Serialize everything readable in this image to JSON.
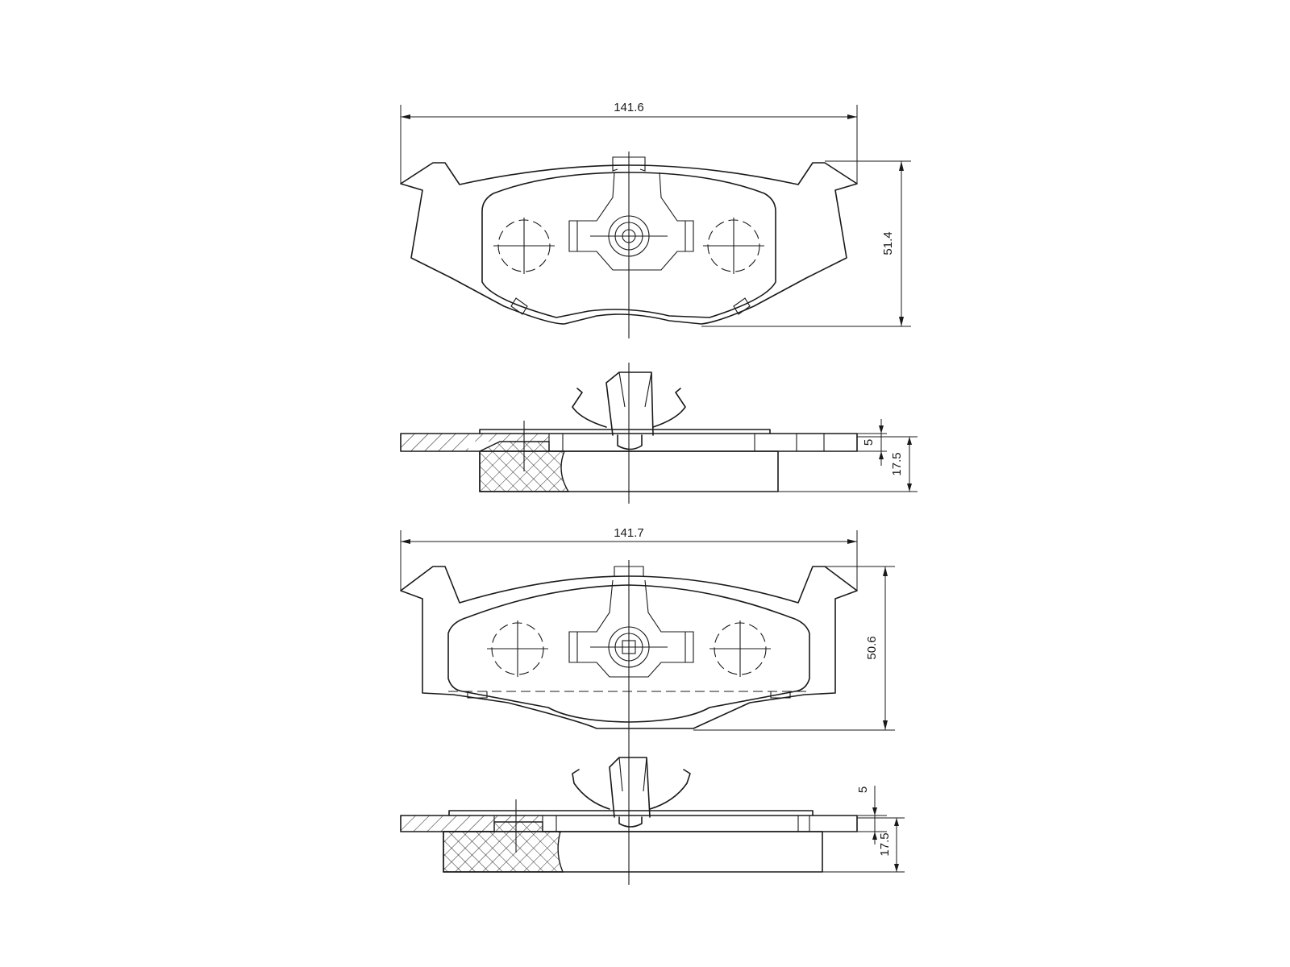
{
  "drawing": {
    "views": [
      {
        "name": "front-pad-face",
        "dimensions": {
          "width": "141.6",
          "height": "51.4"
        }
      },
      {
        "name": "front-pad-side",
        "dimensions": {
          "backing_plate": "5",
          "total_thickness": "17.5"
        }
      },
      {
        "name": "rear-pad-face",
        "dimensions": {
          "width": "141.7",
          "height": "50.6"
        }
      },
      {
        "name": "rear-pad-side",
        "dimensions": {
          "backing_plate": "5",
          "total_thickness": "17.5"
        }
      }
    ]
  }
}
